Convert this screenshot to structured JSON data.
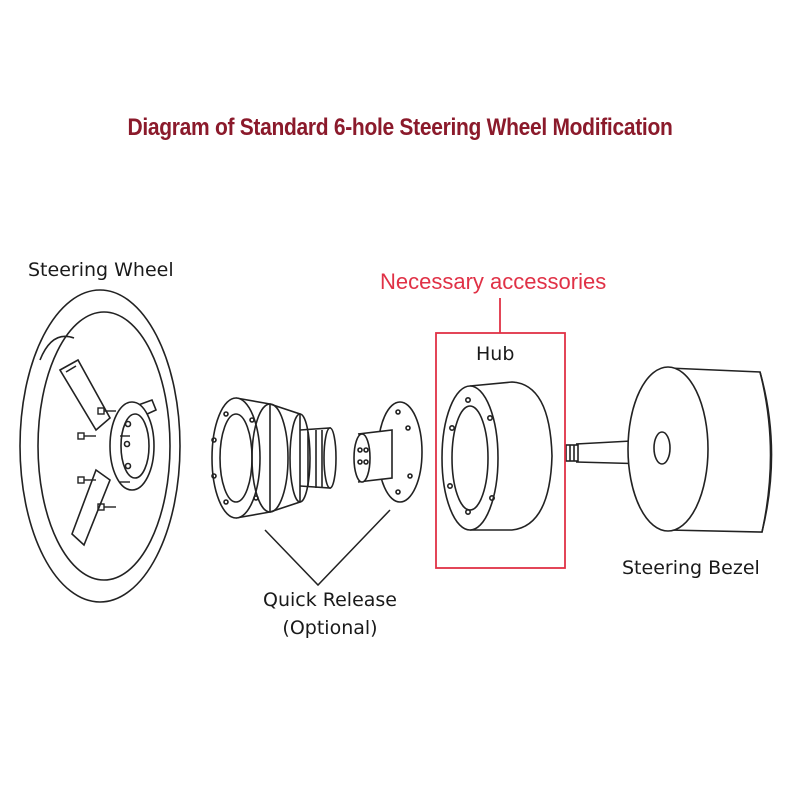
{
  "title": "Diagram of Standard 6-hole Steering Wheel Modification",
  "labels": {
    "steering_wheel": "Steering Wheel",
    "necessary_accessories": "Necessary accessories",
    "hub": "Hub",
    "quick_release": "Quick Release",
    "optional": "(Optional)",
    "steering_bezel": "Steering Bezel"
  },
  "colors": {
    "title": "#8b1a2b",
    "accent": "#e03146",
    "line": "#222222"
  }
}
